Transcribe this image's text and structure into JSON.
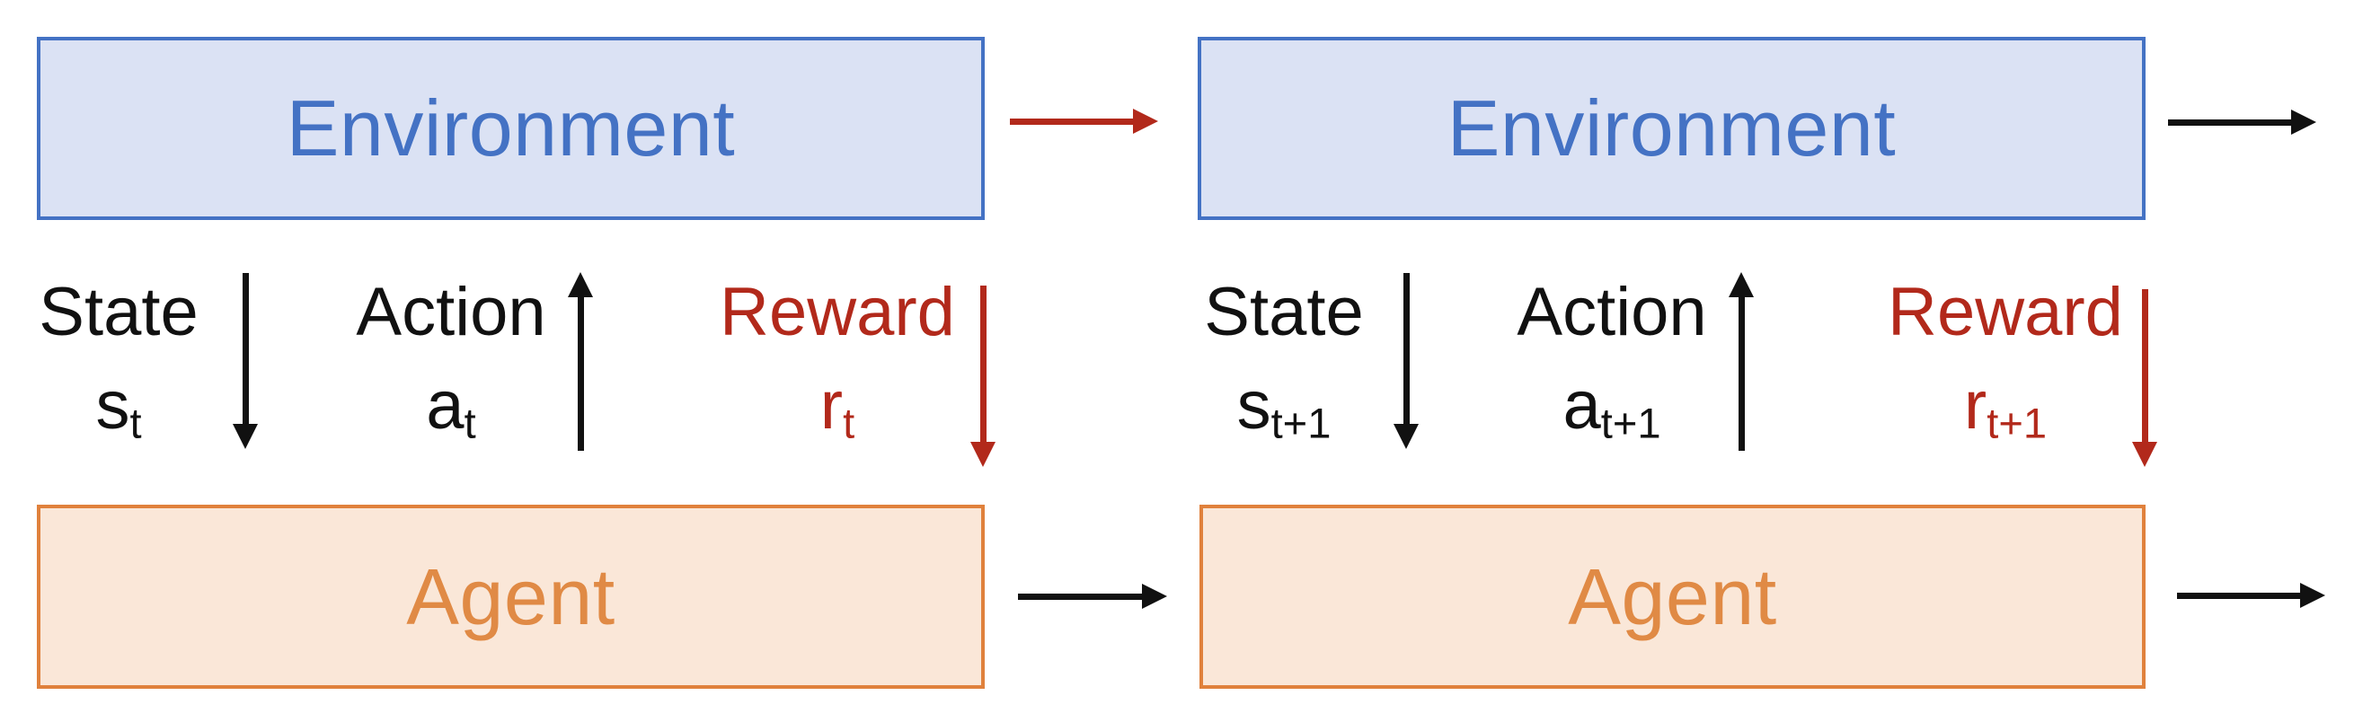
{
  "colors": {
    "env-stroke": "#4472C4",
    "env-fill": "#DBE2F4",
    "agent-stroke": "#E0813C",
    "agent-text": "#E08A45",
    "agent-fill": "#FAE7D8",
    "reward-red": "#B2291B",
    "arrow-black": "#111111"
  },
  "icons": {
    "env-transition-arrow": "→",
    "env-output-arrow": "→",
    "agent-transition-arrow": "→",
    "agent-output-arrow": "→",
    "state-arrow": "↓",
    "action-arrow": "↑",
    "reward-arrow": "↓"
  },
  "timesteps": [
    {
      "environment_label": "Environment",
      "agent_label": "Agent",
      "state": {
        "label": "State",
        "symbol": "s",
        "subscript": "t"
      },
      "action": {
        "label": "Action",
        "symbol": "a",
        "subscript": "t"
      },
      "reward": {
        "label": "Reward",
        "symbol": "r",
        "subscript": "t"
      }
    },
    {
      "environment_label": "Environment",
      "agent_label": "Agent",
      "state": {
        "label": "State",
        "symbol": "s",
        "subscript": "t+1"
      },
      "action": {
        "label": "Action",
        "symbol": "a",
        "subscript": "t+1"
      },
      "reward": {
        "label": "Reward",
        "symbol": "r",
        "subscript": "t+1"
      }
    }
  ]
}
